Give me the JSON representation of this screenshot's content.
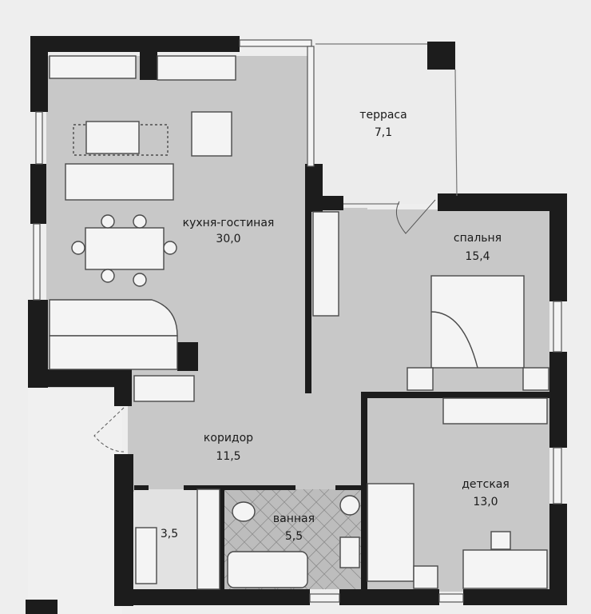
{
  "rooms": [
    {
      "name": "терраса",
      "area": "7,1"
    },
    {
      "name": "кухня-гостиная",
      "area": "30,0"
    },
    {
      "name": "спальня",
      "area": "15,4"
    },
    {
      "name": "коридор",
      "area": "11,5"
    },
    {
      "name": "ванная",
      "area": "5,5"
    },
    {
      "name": "детская",
      "area": "13,0"
    },
    {
      "name": "",
      "area": "3,5"
    }
  ],
  "colors": {
    "wall": "#1c1c1c",
    "floor_shaded": "#c9c9c9",
    "floor_light": "#e4e4e4",
    "background": "#ededed"
  }
}
